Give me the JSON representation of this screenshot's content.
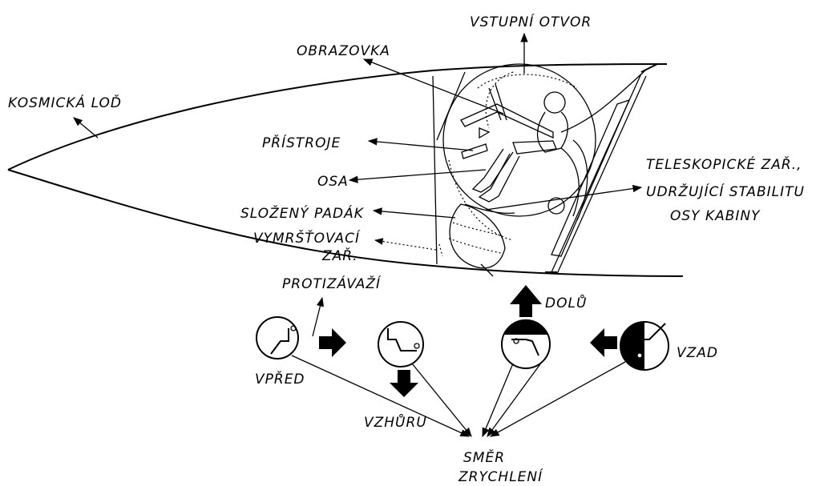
{
  "labels": {
    "spacecraft": "KOSMICKÁ LOĎ",
    "screen": "OBRAZOVKA",
    "hatch": "VSTUPNÍ OTVOR",
    "instruments": "PŘÍSTROJE",
    "axis": "OSA",
    "parachute": "SLOŽENÝ PADÁK",
    "ejector_line1": "VYMRŠŤOVACÍ",
    "ejector_line2": "ZAŘ.",
    "telescopic_line1": "TELESKOPICKÉ ZAŘ.,",
    "telescopic_line2": "UDRŽUJÍCÍ STABILITU",
    "telescopic_line3": "OSY KABINY",
    "counterweight": "PROTIZÁVAŽÍ",
    "forward": "VPŘED",
    "up": "VZHŮRU",
    "down": "DOLŮ",
    "backward": "VZAD",
    "acceleration_line1": "SMĚR",
    "acceleration_line2": "ZRYCHLENÍ"
  }
}
